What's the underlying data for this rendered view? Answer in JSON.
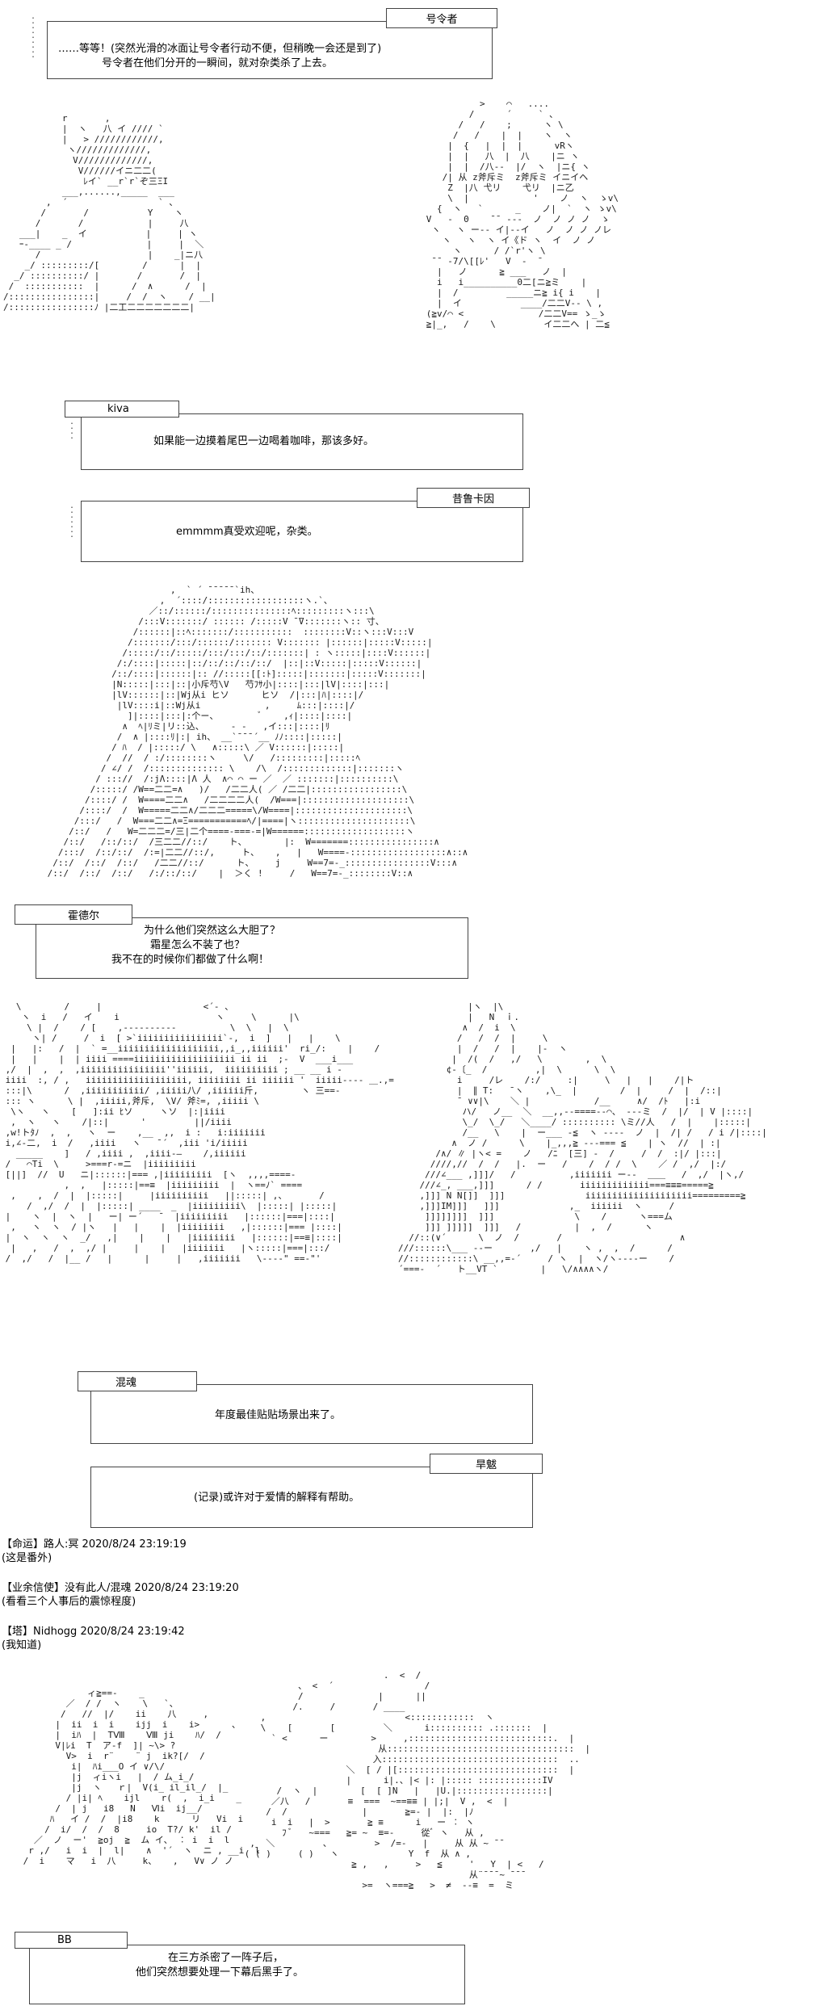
{
  "scene1": {
    "speaker": "号令者",
    "lines": [
      "……等等！(突然光滑的冰面让号令者行动不便，但稍晚一会还是到了)",
      "号令者在他们分开的一瞬间，就对杂类杀了上去。"
    ]
  },
  "scene2": {
    "speaker_a": "kiva",
    "line_a": "如果能一边摸着尾巴一边喝着咖啡，那该多好。",
    "speaker_b": "昔鲁卡因",
    "line_b": "emmmm真受欢迎呢，杂类。"
  },
  "scene3": {
    "speaker": "霍德尔",
    "lines": [
      "为什么他们突然这么大胆了？",
      "霜星怎么不装了也？",
      "我不在的时候你们都做了什么啊！"
    ]
  },
  "scene4": {
    "speaker_a": "混魂",
    "line_a": "年度最佳贴贴场景出来了。",
    "speaker_b": "旱魃",
    "line_b": "(记录)或许对于爱情的解释有帮助。"
  },
  "comments": [
    {
      "tag": "【命运】",
      "user": "路人:冥",
      "time": "2020/8/24 23:19:19",
      "text": "(这是番外)"
    },
    {
      "tag": "【业余信使】",
      "user": "没有此人/混魂",
      "time": "2020/8/24 23:19:20",
      "text": "(看看三个人事后的震惊程度)"
    },
    {
      "tag": "【塔】",
      "user": "Nidhogg",
      "time": "2020/8/24 23:19:42",
      "text": "(我知道)"
    }
  ],
  "scene5": {
    "speaker": "BB",
    "lines": [
      "在三方杀密了一阵子后，",
      "他们突然想要处理一下幕后黑手了。"
    ]
  }
}
